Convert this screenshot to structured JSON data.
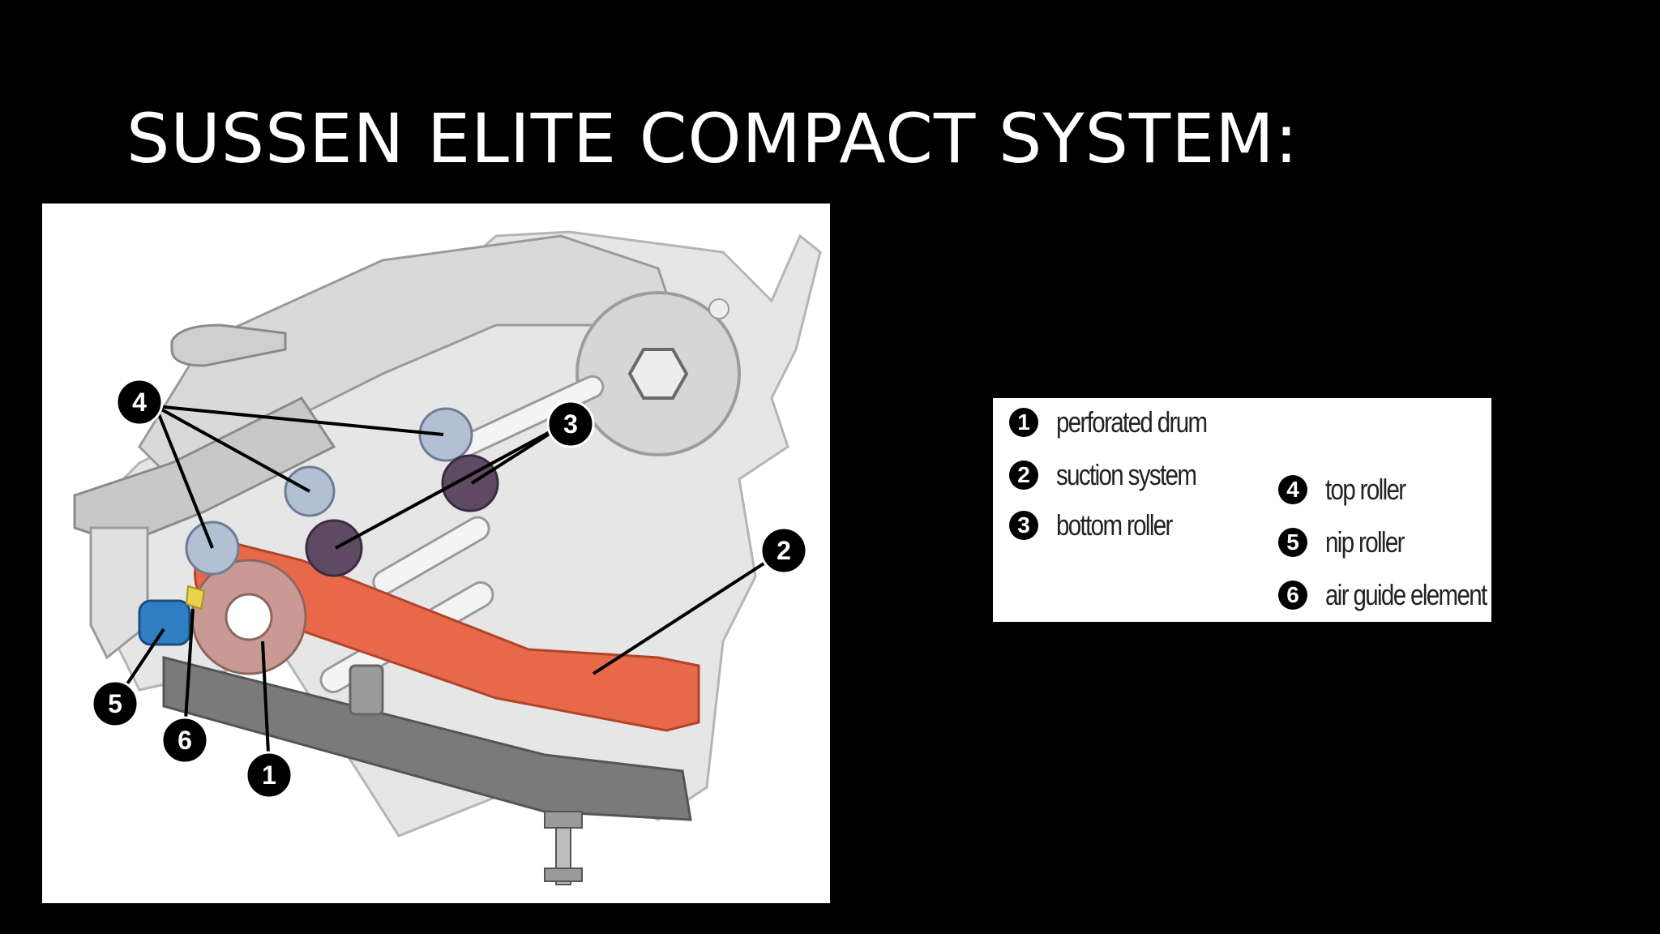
{
  "slide": {
    "title": "SUSSEN ELITE COMPACT SYSTEM:"
  },
  "diagram": {
    "callouts": [
      "4",
      "3",
      "2",
      "5",
      "6",
      "1"
    ]
  },
  "legend": {
    "items": [
      {
        "num": "1",
        "label": "perforated drum"
      },
      {
        "num": "2",
        "label": "suction system"
      },
      {
        "num": "3",
        "label": "bottom roller"
      },
      {
        "num": "4",
        "label": "top roller"
      },
      {
        "num": "5",
        "label": "nip roller"
      },
      {
        "num": "6",
        "label": "air guide element"
      }
    ]
  },
  "colors": {
    "background": "#000000",
    "machine_gray": "#d9d9d9",
    "suction_system": "#e8694a",
    "drum": "#c99a94",
    "top_roller": "#b3bfd3",
    "bottom_roller": "#5e4a63",
    "nip_roller": "#2f7ec4"
  }
}
